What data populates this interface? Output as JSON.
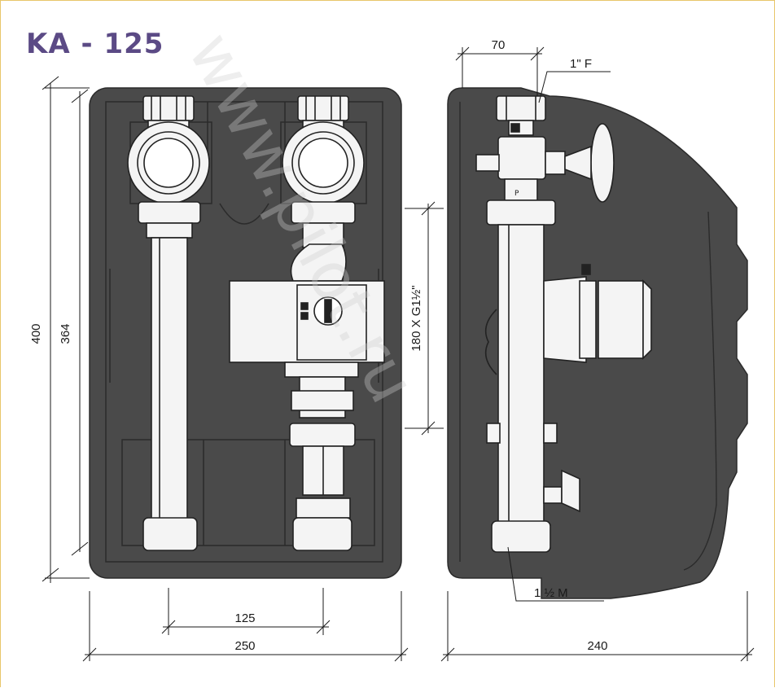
{
  "title": "KA - 125",
  "watermark": "www.pilot.ru",
  "dimensions": {
    "height_total": "400",
    "height_inner": "364",
    "pipe_spacing": "125",
    "width_front": "250",
    "depth_side": "240",
    "top_offset": "70",
    "top_connection": "1\" F",
    "pump_length": "180 X G1½\"",
    "bottom_connection": "1 ½ M"
  },
  "colors": {
    "insulation": "#4a4a4a",
    "insulation_edge": "#2f2f2f",
    "metal": "#f4f4f4",
    "title": "#5b4a85",
    "frame": "#e8c66a"
  }
}
